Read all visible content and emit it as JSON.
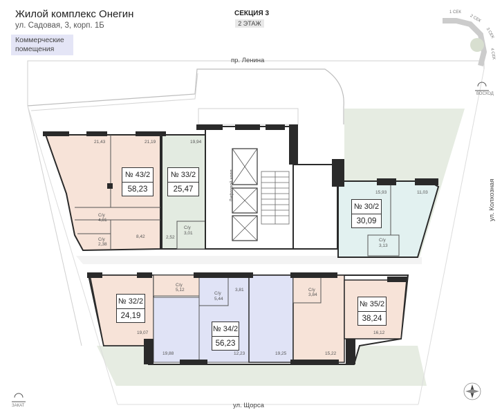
{
  "header": {
    "title": "Жилой комплекс Онегин",
    "address": "ул. Садовая, 3, корп. 1Б",
    "legend_commercial": "Коммерческие помещения",
    "section": "СЕКЦИЯ 3",
    "floor": "2 ЭТАЖ"
  },
  "streets": {
    "top": "пр. Ленина",
    "right": "ул. Колхозная",
    "bottom": "ул. Щорса"
  },
  "orientation": {
    "sunrise": "ВОСХОД",
    "sunset": "ЗАКАТ",
    "sections": [
      "1 СЕК",
      "2 СЕК",
      "3 СЕК",
      "4 СЕК"
    ]
  },
  "elevator_label": "Лифтовой холл",
  "colors": {
    "peach": "#f7e3d8",
    "green": "#e3ebe1",
    "mint": "#e2f1f0",
    "lavender": "#e0e3f6",
    "wall": "#2a2a2a",
    "yard": "#e6ece2"
  },
  "apartments": [
    {
      "number": "№ 43/2",
      "area": "58,23",
      "rooms": [
        "21,43",
        "21,19",
        "С/у",
        "4,81",
        "С/у",
        "2,38",
        "8,42"
      ]
    },
    {
      "number": "№ 33/2",
      "area": "25,47",
      "rooms": [
        "19,94",
        "С/у",
        "3,01",
        "2,52"
      ]
    },
    {
      "number": "№ 30/2",
      "area": "30,09",
      "rooms": [
        "15,93",
        "11,03",
        "С/у",
        "3,13"
      ]
    },
    {
      "number": "№ 32/2",
      "area": "24,19",
      "rooms": [
        "С/у",
        "5,12",
        "19,07"
      ]
    },
    {
      "number": "№ 34/2",
      "area": "56,23",
      "rooms": [
        "С/у",
        "5,44",
        "3,81",
        "19,88",
        "12,23",
        "19,25"
      ]
    },
    {
      "number": "№ 35/2",
      "area": "38,24",
      "rooms": [
        "С/у",
        "3,84",
        "16,12",
        "15,22"
      ]
    }
  ]
}
